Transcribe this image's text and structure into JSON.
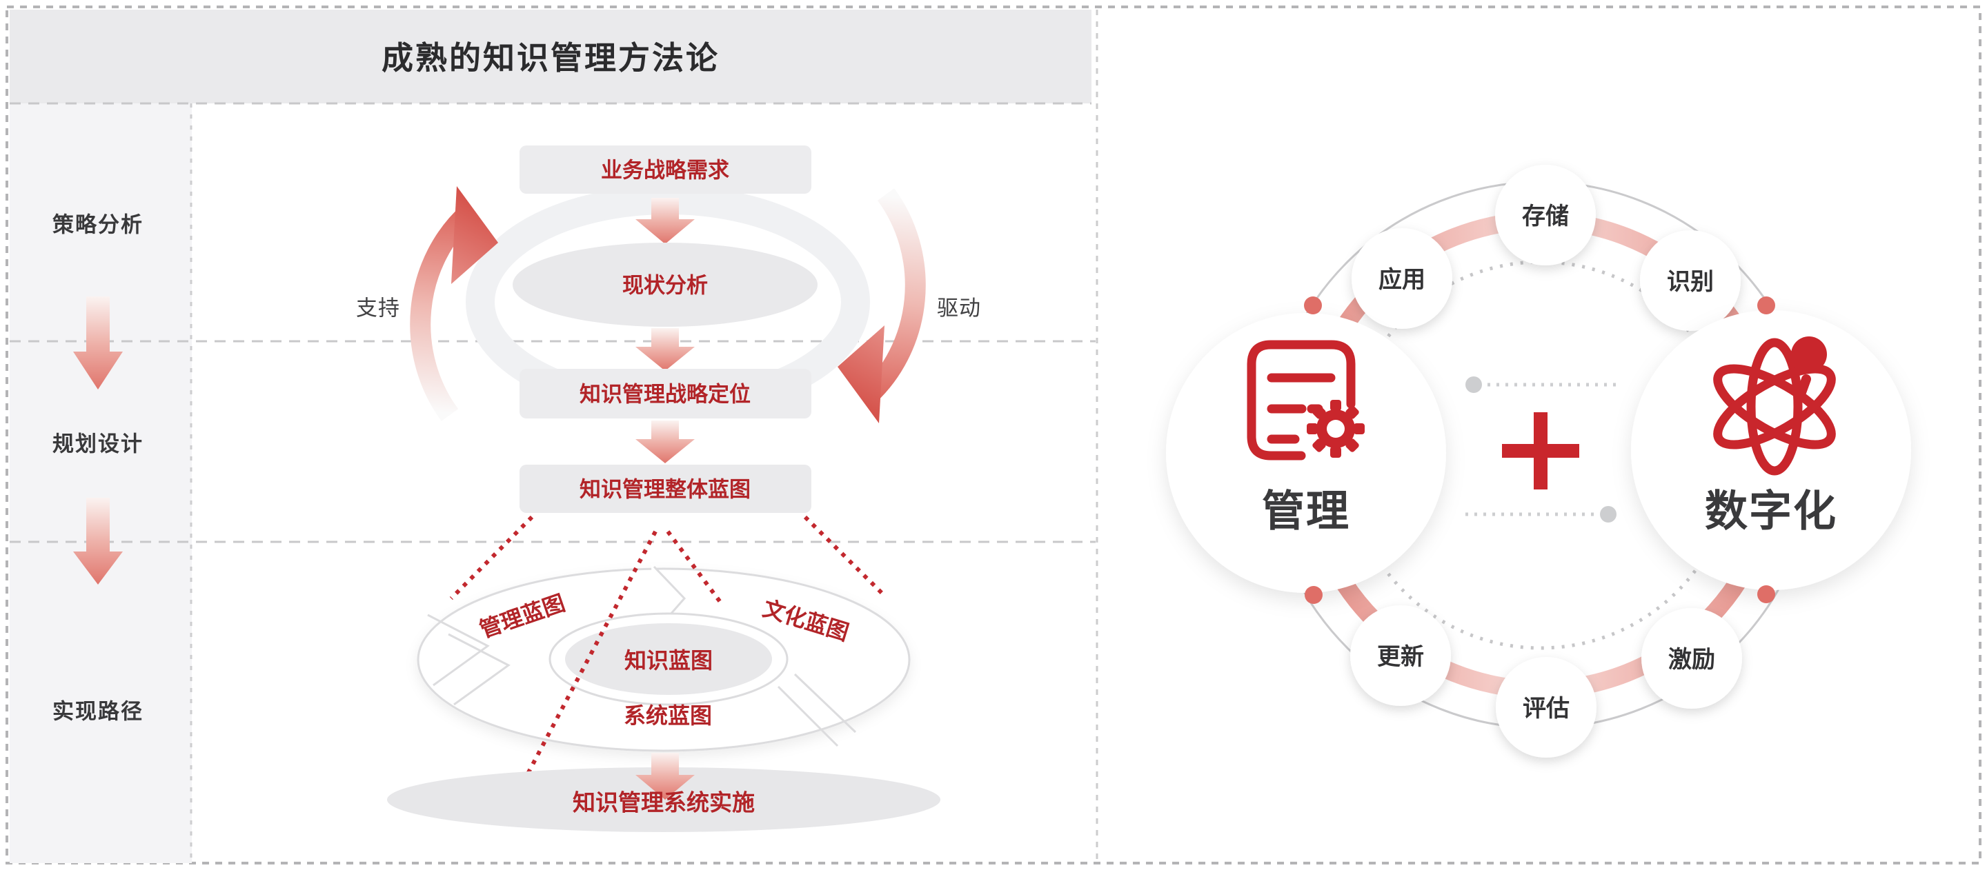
{
  "colors": {
    "accent_red": "#b22428",
    "icon_red": "#c9262c",
    "salmon_arrow": "#e0756c",
    "ring_pink": "#e2827a",
    "box_gray": "#ececee",
    "header_gray": "#eaeaec",
    "sidebar_gray": "#f4f4f6",
    "dark_text": "#2b2b2d"
  },
  "left_panel": {
    "title": "成熟的知识管理方法论",
    "stages": [
      {
        "label": "策略分析"
      },
      {
        "label": "规划设计"
      },
      {
        "label": "实现路径"
      }
    ],
    "cycle": {
      "left": "支持",
      "right": "驱动"
    },
    "flow": [
      {
        "label": "业务战略需求"
      },
      {
        "label": "现状分析"
      },
      {
        "label": "知识管理战略定位"
      },
      {
        "label": "知识管理整体蓝图"
      }
    ],
    "blueprints": [
      {
        "label": "管理蓝图"
      },
      {
        "label": "文化蓝图"
      },
      {
        "label": "知识蓝图"
      },
      {
        "label": "系统蓝图"
      }
    ],
    "implementation": "知识管理系统实施"
  },
  "right_panel": {
    "left_circle": {
      "label": "管理",
      "icon": "document-gear-icon"
    },
    "right_circle": {
      "label": "数字化",
      "icon": "atom-icon"
    },
    "plus_icon": "plus-icon",
    "nodes": [
      {
        "label": "应用"
      },
      {
        "label": "存储"
      },
      {
        "label": "识别"
      },
      {
        "label": "更新"
      },
      {
        "label": "评估"
      },
      {
        "label": "激励"
      }
    ]
  }
}
